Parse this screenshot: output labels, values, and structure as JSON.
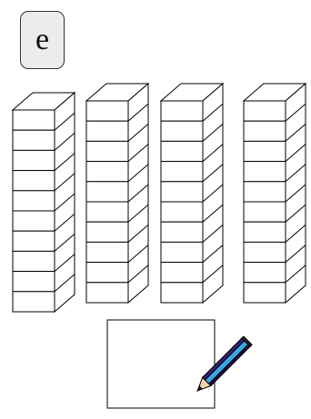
{
  "activity": {
    "letter": "e"
  },
  "towers": [
    {
      "cubes": 10
    },
    {
      "cubes": 10
    },
    {
      "cubes": 10
    },
    {
      "cubes": 10
    }
  ],
  "answer_box": {
    "value": ""
  },
  "icons": {
    "pencil": "pencil-icon"
  },
  "colors": {
    "outline": "#000000",
    "tile_fill": "#ececec",
    "pencil_blue": "#3aa7e4",
    "pencil_purple": "#3b1b6e"
  }
}
